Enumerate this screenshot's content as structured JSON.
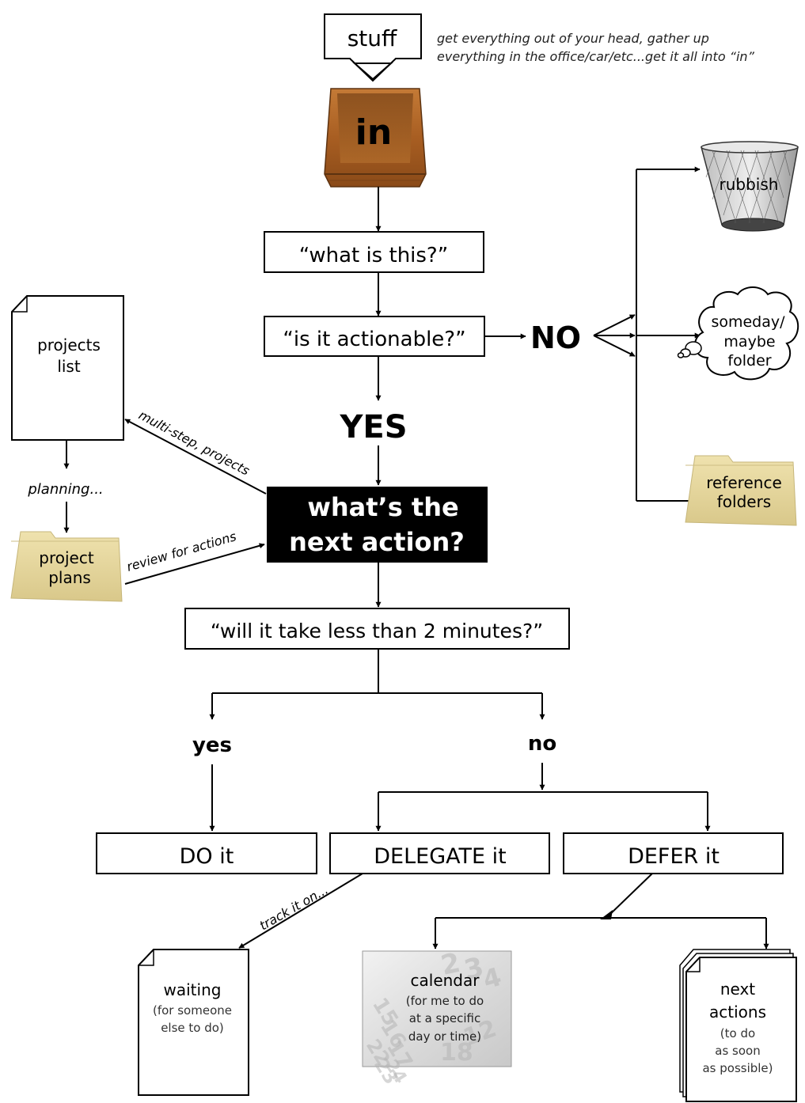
{
  "stuff": "stuff",
  "note_line1": "get everything out of your head, gather up",
  "note_line2": "everything in the office/car/etc...get it all into “in”",
  "in_label": "in",
  "what_is_this": "“what is this?”",
  "is_actionable": "“is it actionable?”",
  "no_big": "NO",
  "yes_big": "YES",
  "rubbish": "rubbish",
  "someday_l1": "someday/",
  "someday_l2": "maybe",
  "someday_l3": "folder",
  "reference_l1": "reference",
  "reference_l2": "folders",
  "projects_l1": "projects",
  "projects_l2": "list",
  "planning": "planning...",
  "project_plans_l1": "project",
  "project_plans_l2": "plans",
  "multi_step": "multi-step, projects",
  "review_for_actions": "review for actions",
  "next_action_l1": "what’s the",
  "next_action_l2": "next action?",
  "two_minutes": "“will it take less than 2 minutes?”",
  "yes_small": "yes",
  "no_small": "no",
  "do_it": "DO it",
  "delegate_it": "DELEGATE it",
  "defer_it": "DEFER it",
  "track_it_on": "track it on...",
  "waiting_title": "waiting",
  "waiting_l1": "(for someone",
  "waiting_l2": "else to do)",
  "calendar_title": "calendar",
  "calendar_l1": "(for me to do",
  "calendar_l2": "at a specific",
  "calendar_l3": "day or time)",
  "next_actions_t1": "next",
  "next_actions_t2": "actions",
  "next_actions_l1": "(to do",
  "next_actions_l2": "as soon",
  "next_actions_l3": "as possible)",
  "calendar_bg_digits": [
    "2",
    "3",
    "4",
    "15",
    "16",
    "17",
    "22",
    "23",
    "24",
    "18",
    "12"
  ],
  "colors": {
    "tray": "#b06a2a",
    "folder": "#e7d9a3",
    "black": "#000000"
  }
}
